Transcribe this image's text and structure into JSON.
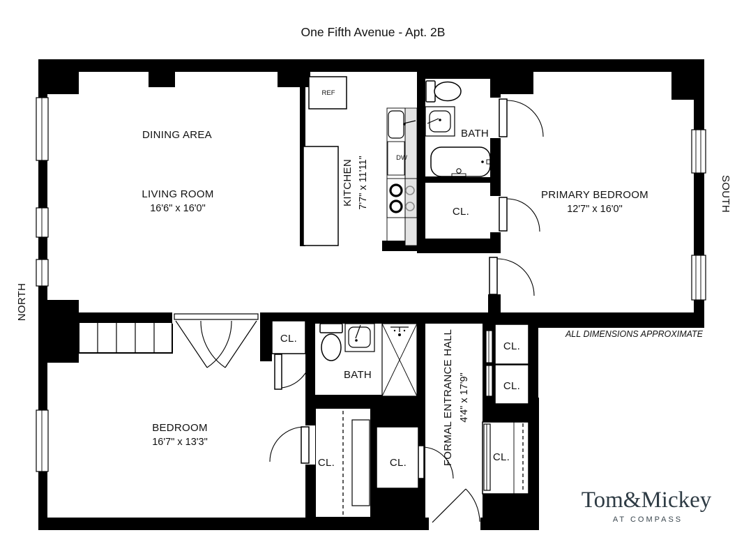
{
  "title": "One Fifth Avenue - Apt. 2B",
  "compass": {
    "north": "NORTH",
    "south": "SOUTH"
  },
  "disclaimer": "ALL DIMENSIONS APPROXIMATE",
  "rooms": {
    "dining": {
      "label": "DINING AREA"
    },
    "living": {
      "label": "LIVING ROOM",
      "dims": "16'6\" x 16'0\""
    },
    "kitchen": {
      "label": "KITCHEN",
      "dims": "7'7\" x 11'11\""
    },
    "bath1": {
      "label": "BATH"
    },
    "primary": {
      "label": "PRIMARY BEDROOM",
      "dims": "12'7\" x 16'0\""
    },
    "hall": {
      "label": "FORMAL ENTRANCE HALL",
      "dims": "4'4\" x 17'9\""
    },
    "bath2": {
      "label": "BATH"
    },
    "bedroom": {
      "label": "BEDROOM",
      "dims": "16'7\" x 13'3\""
    }
  },
  "closets": {
    "label": "CL."
  },
  "appliances": {
    "refrigerator": "REF",
    "dishwasher": "DW"
  },
  "brand": {
    "name": "Tom&Mickey",
    "tagline": "AT COMPASS"
  },
  "colors": {
    "walls": "#000000",
    "logo": "#2e3b44",
    "counter_shading": "#e4e4e4"
  }
}
